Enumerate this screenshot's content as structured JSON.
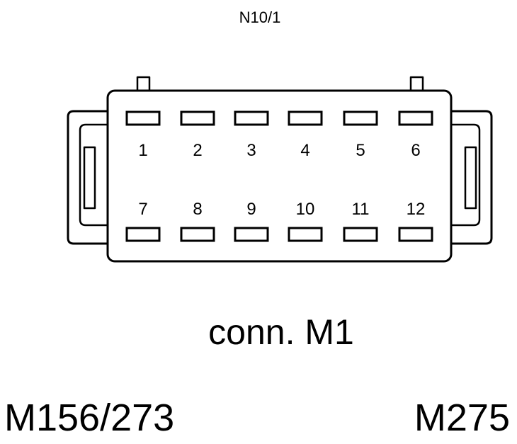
{
  "component_label": "N10/1",
  "connector_caption": "conn. M1",
  "engine_labels": {
    "left": "M156/273",
    "right": "M275"
  },
  "pins": {
    "top_row": [
      "1",
      "2",
      "3",
      "4",
      "5",
      "6"
    ],
    "bottom_row": [
      "7",
      "8",
      "9",
      "10",
      "11",
      "12"
    ]
  }
}
